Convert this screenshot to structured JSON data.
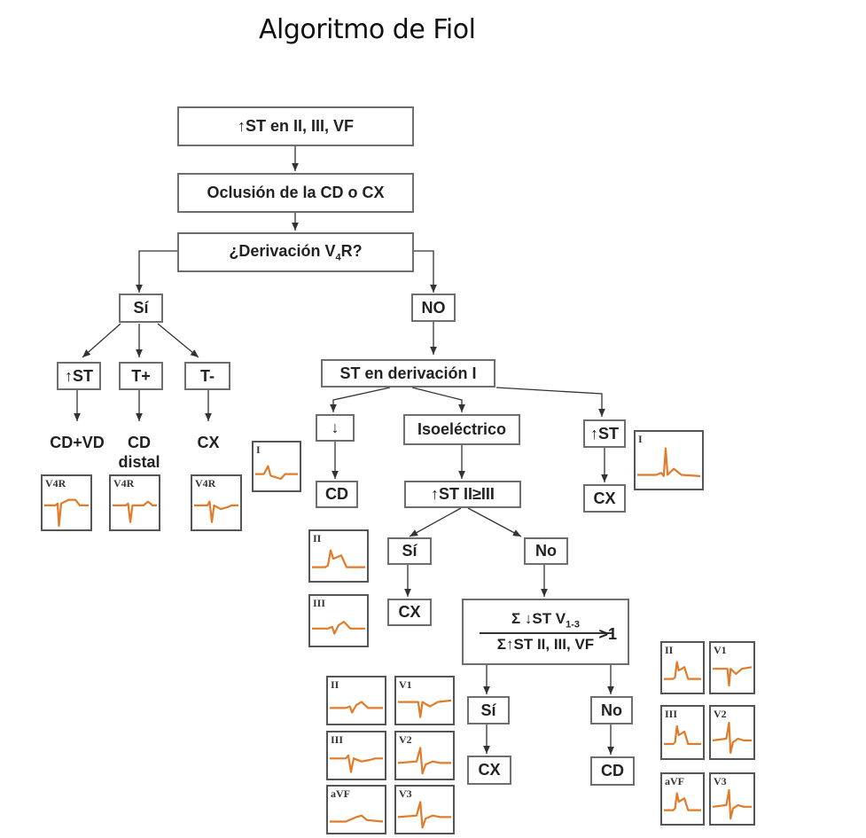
{
  "title": "Algoritmo de Fiol",
  "nodes": {
    "st_elev": "↑ST en  II, III, VF",
    "oclusion": "Oclusión de la CD o CX",
    "derivacion_pre": "¿Derivación V",
    "derivacion_sub": "4",
    "derivacion_post": "R?",
    "si_left": "Sí",
    "no_right": "NO",
    "st_up_left": "↑ST",
    "t_plus": "T+",
    "t_minus": "T-",
    "result_cdvd": "CD+VD",
    "result_cd_distal_1": "CD",
    "result_cd_distal_2": "distal",
    "result_cx_left": "CX",
    "st_lead_i": "ST en derivación I",
    "down_arrow": "↓",
    "isoelectrico": "Isoeléctrico",
    "st_up_right": "↑ST",
    "result_cd_mid": "CD",
    "result_cx_right": "CX",
    "st_ii_iii": "↑ST II≥III",
    "si_mid": "Sí",
    "no_mid": "No",
    "result_cx_mid": "CX",
    "ratio_num_pre": "Σ ↓ST V",
    "ratio_num_sub": "1-3",
    "ratio_den": "Σ↑ST II, III, VF",
    "ratio_gt": ">1",
    "si_low": "Sí",
    "no_low": "No",
    "result_cx_low": "CX",
    "result_cd_low": "CD"
  },
  "ecg_traces": [
    {
      "id": "v4r-1",
      "label": "V4R"
    },
    {
      "id": "v4r-2",
      "label": "V4R"
    },
    {
      "id": "v4r-3",
      "label": "V4R"
    },
    {
      "id": "lead-i-down",
      "label": "I"
    },
    {
      "id": "lead-i-up",
      "label": "I"
    },
    {
      "id": "lead-ii-a",
      "label": "II"
    },
    {
      "id": "lead-iii-a",
      "label": "III"
    },
    {
      "id": "lead-ii-b",
      "label": "II"
    },
    {
      "id": "lead-v1-b",
      "label": "V1"
    },
    {
      "id": "lead-iii-b",
      "label": "III"
    },
    {
      "id": "lead-v2-b",
      "label": "V2"
    },
    {
      "id": "lead-avf-b",
      "label": "aVF"
    },
    {
      "id": "lead-v3-b",
      "label": "V3"
    },
    {
      "id": "lead-ii-c",
      "label": "II"
    },
    {
      "id": "lead-v1-c",
      "label": "V1"
    },
    {
      "id": "lead-iii-c",
      "label": "III"
    },
    {
      "id": "lead-v2-c",
      "label": "V2"
    },
    {
      "id": "lead-avf-c",
      "label": "aVF"
    },
    {
      "id": "lead-v3-c",
      "label": "V3"
    }
  ],
  "colors": {
    "trace": "#e07b2a",
    "border": "#6e6e6e",
    "line": "#333333"
  }
}
